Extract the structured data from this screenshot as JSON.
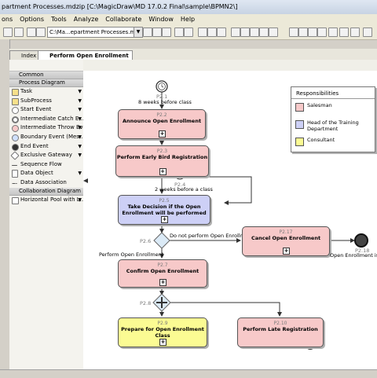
{
  "window": {
    "title": "partment Processes.mdzip [C:\\MagicDraw\\MD 17.0.2 Final\\sample\\BPMN2\\]"
  },
  "menu": [
    "ons",
    "Options",
    "Tools",
    "Analyze",
    "Collaborate",
    "Window",
    "Help"
  ],
  "toolbar": {
    "project_combo": "C:\\Ma...epartment Processes.mdzip"
  },
  "tabs": [
    {
      "label": "Index"
    },
    {
      "label": "Perform Open Enrollment"
    }
  ],
  "palette": {
    "groups": [
      {
        "label": "Common"
      },
      {
        "label": "Process Diagram"
      },
      {
        "label": "Collaboration Diagram"
      }
    ],
    "process_items": [
      "Task",
      "SubProcess",
      "Start Event",
      "Intermediate Catch E...",
      "Intermediate Throw Eve...",
      "Boundary Event (Mes...",
      "End Event",
      "Exclusive Gateway",
      "Sequence Flow",
      "Data Object",
      "Data Association"
    ],
    "collab_items": [
      "Horizontal Pool with L..."
    ]
  },
  "diagram": {
    "start": {
      "id": "P2.1",
      "label": "8 weeks before class"
    },
    "tasks": [
      {
        "id": "P2.2",
        "label": "Announce Open Enrollment",
        "color": "#f7c9c9"
      },
      {
        "id": "P2.3",
        "label": "Perform Early Bird Registration",
        "color": "#f7c9c9"
      },
      {
        "id": "P2.5",
        "label": "Take Decision if the Open Enrollment will be performed",
        "color": "#cdd0f6"
      },
      {
        "id": "P2.17",
        "label": "Cancel Open Enrollment",
        "color": "#f7c9c9"
      },
      {
        "id": "P2.7",
        "label": "Confirm Open Enrollment",
        "color": "#f7c9c9"
      },
      {
        "id": "P2.9",
        "label": "Prepare for Open Enrollment Class",
        "color": "#fbfb93"
      },
      {
        "id": "P2.10",
        "label": "Perform Late Registration",
        "color": "#f7c9c9"
      }
    ],
    "timer": {
      "id": "P2.4",
      "label": "2 weeks before a class"
    },
    "gateway1": {
      "id": "P2.6"
    },
    "gateway2": {
      "id": "P2.8"
    },
    "end": {
      "id": "P2.18",
      "label": "Open Enrollment is Ca"
    },
    "flows": {
      "no": "Do not perform Open Enrollment",
      "yes": "Perform Open Enrollment"
    },
    "legend": {
      "title": "Responsibilities",
      "items": [
        {
          "label": "Salesman",
          "color": "#f7c9c9"
        },
        {
          "label": "Head of the Training Department",
          "color": "#cdd0f6"
        },
        {
          "label": "Consultant",
          "color": "#fbfb93"
        }
      ]
    }
  }
}
